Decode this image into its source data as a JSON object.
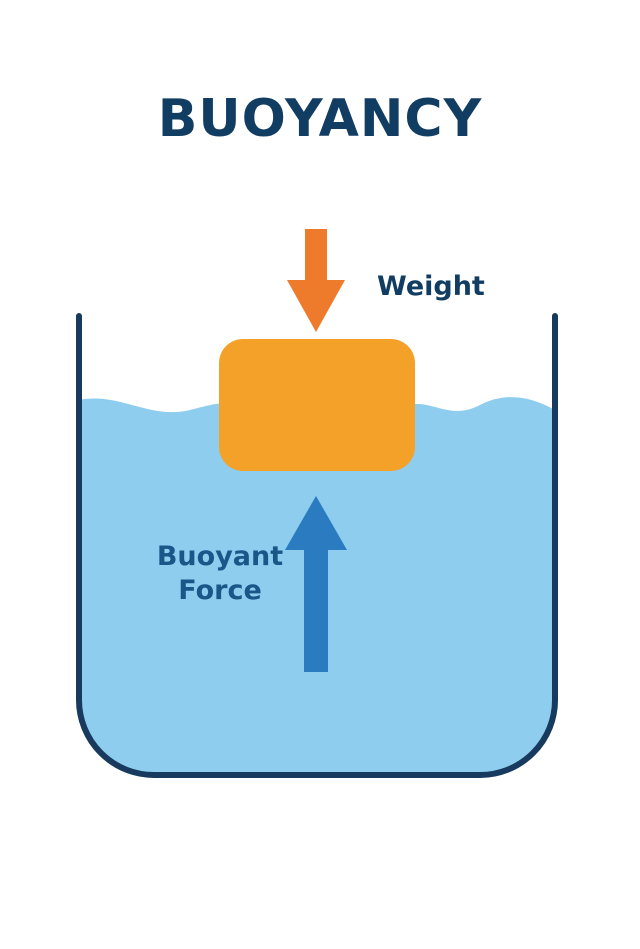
{
  "title": "BUOYANCY",
  "labels": {
    "weight": "Weight",
    "buoyant_line1": "Buoyant",
    "buoyant_line2": "Force"
  },
  "colors": {
    "title": "#123d63",
    "label_dark": "#123d63",
    "label_blue": "#1a5688",
    "container_outline": "#173a5e",
    "water": "#8ecdee",
    "block": "#f4a12a",
    "weight_arrow": "#ee7a2c",
    "buoyant_arrow": "#2a7bc0"
  },
  "icons": {
    "weight_arrow": "down-arrow-icon",
    "buoyant_arrow": "up-arrow-icon"
  }
}
